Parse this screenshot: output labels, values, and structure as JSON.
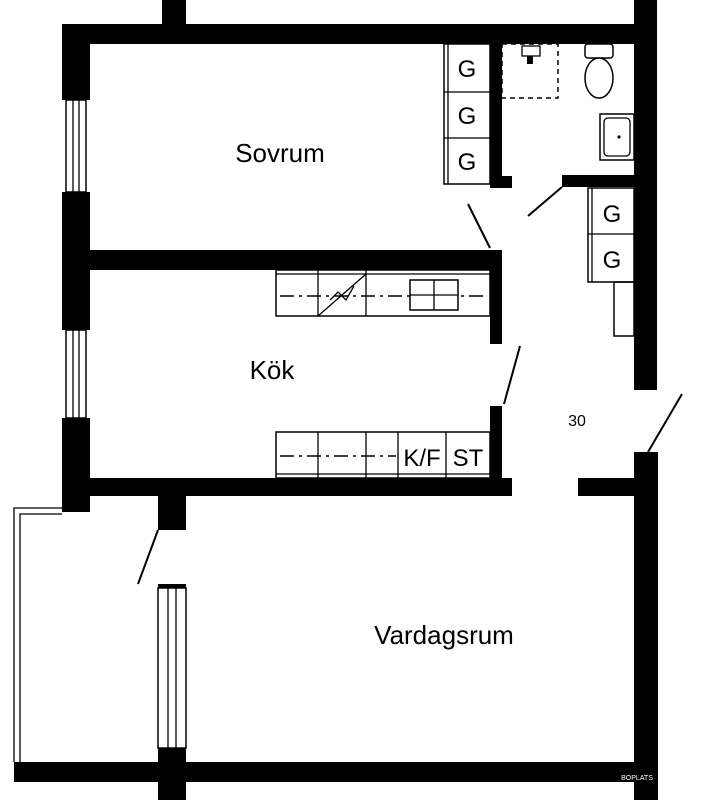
{
  "rooms": {
    "sovrum": "Sovrum",
    "kok": "Kök",
    "vardagsrum": "Vardagsrum",
    "hall_number": "30"
  },
  "wardrobes": {
    "bedroom": [
      "G",
      "G",
      "G"
    ],
    "hall": [
      "G",
      "G"
    ]
  },
  "kitchen": {
    "fridge_label": "K/F",
    "stove_label": "ST"
  },
  "watermark": "BOPLATS"
}
